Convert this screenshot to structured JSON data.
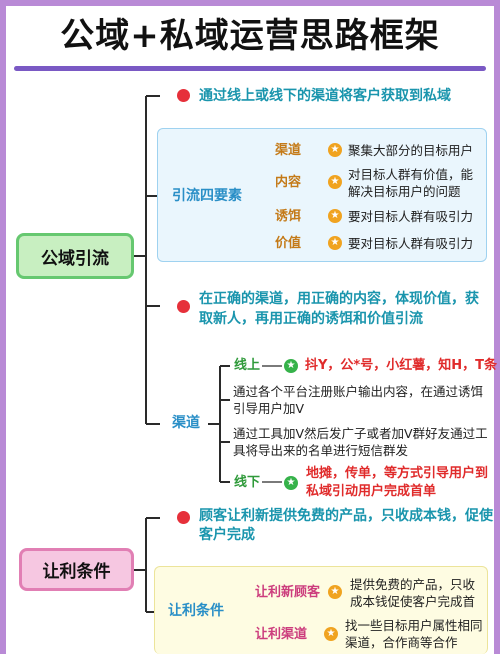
{
  "title": "公域+私域运营思路框架",
  "colors": {
    "frame": "#b98ad6",
    "title_underline": "#7a59c4",
    "green_node": "#c8efc1",
    "pink_node": "#f6c7e1",
    "blue_panel": "#eaf6fd",
    "yellow_panel": "#fefce2"
  },
  "public": {
    "label": "公域引流",
    "point1": "通过线上或线下的渠道将客户获取到私域",
    "elements": {
      "label": "引流四要素",
      "items": [
        {
          "key": "渠道",
          "desc": [
            "聚集大部分的目标用户"
          ]
        },
        {
          "key": "内容",
          "desc": [
            "对目标人群有价值，能",
            "解决目标用户的问题"
          ]
        },
        {
          "key": "诱饵",
          "desc": [
            "要对目标人群有吸引力"
          ]
        },
        {
          "key": "价值",
          "desc": [
            "要对目标人群有吸引力"
          ]
        }
      ]
    },
    "point2": [
      "在正确的渠道，用正确的内容，体现价值，获",
      "取新人，再用正确的诱饵和价值引流"
    ],
    "channel": {
      "label": "渠道",
      "online_label": "线上",
      "online_desc": "抖Y，公*号，小红薯，知H，T条",
      "desc1": [
        "通过各个平台注册账户输出内容，在通过诱饵",
        "引导用户加V"
      ],
      "desc2": [
        "通过工具加V然后发广子或者加V群好友通过工",
        "具将导出来的名单进行短信群发"
      ],
      "offline_label": "线下",
      "offline_desc": [
        "地摊，传单，等方式引导用户到",
        "私域引动用户完成首单"
      ]
    }
  },
  "benefit": {
    "label": "让利条件",
    "point1": [
      "顾客让利新提供免费的产品，只收成本钱，促使",
      "客户完成"
    ],
    "sub_label": "让利条件",
    "items": [
      {
        "key": "让利新顾客",
        "desc": [
          "提供免费的产品，只收",
          "成本钱促使客户完成首"
        ]
      },
      {
        "key": "让利渠道",
        "desc": [
          "找一些目标用户属性相同",
          "渠道，合作商等合作"
        ]
      }
    ]
  },
  "icons": [
    "red-dot-icon",
    "star-badge-icon"
  ]
}
